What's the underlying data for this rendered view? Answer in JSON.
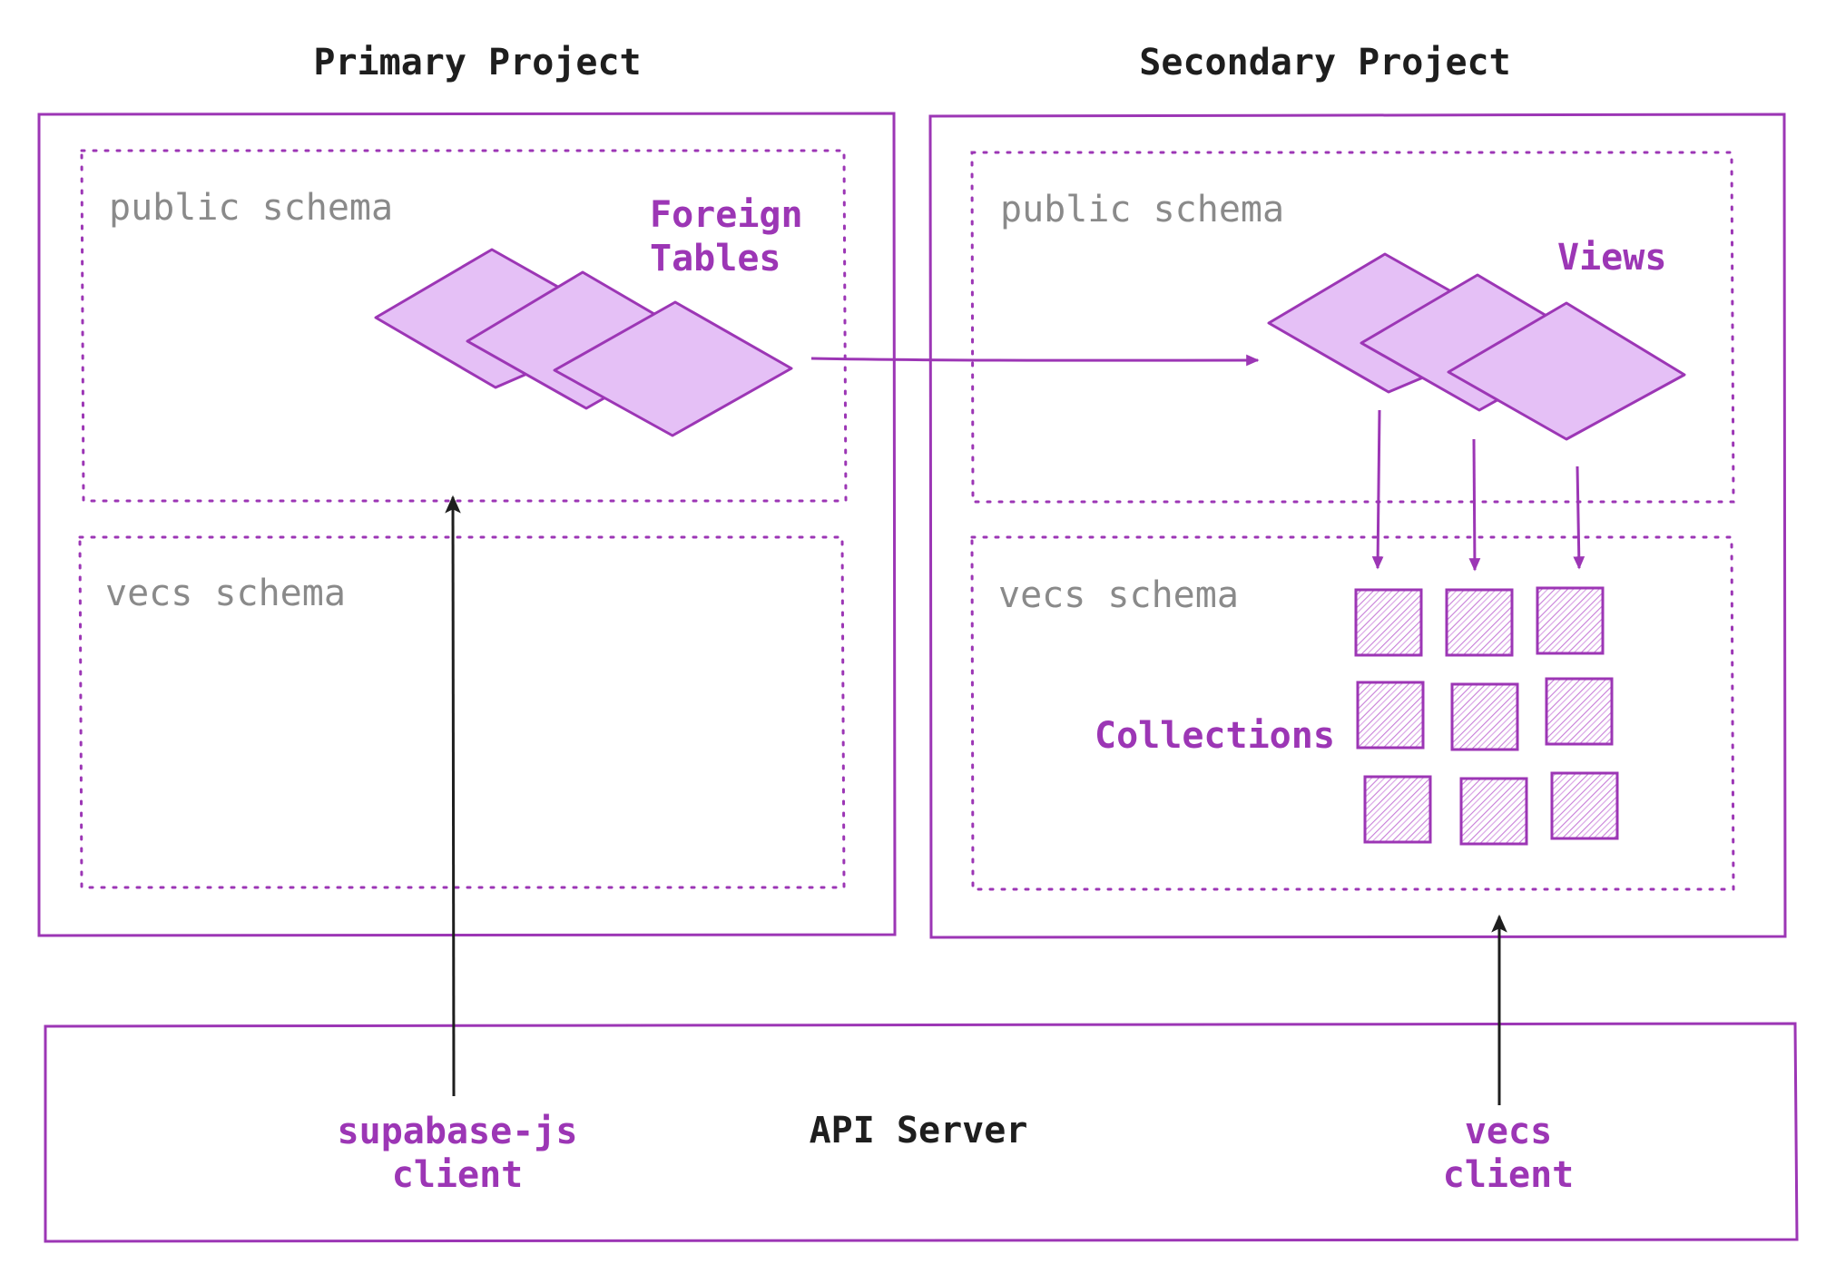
{
  "colors": {
    "accent": "#9c36b5",
    "fill": "#e5c0f6",
    "ink": "#1e1e1e",
    "muted": "#8a8a8a"
  },
  "primary": {
    "title": "Primary Project",
    "public_schema": "public schema",
    "vecs_schema": "vecs schema",
    "foreign_tables": [
      "Foreign",
      "Tables"
    ]
  },
  "secondary": {
    "title": "Secondary Project",
    "public_schema": "public schema",
    "vecs_schema": "vecs schema",
    "views": "Views",
    "collections": "Collections"
  },
  "api": {
    "label": "API Server",
    "supabase_client": [
      "supabase-js",
      "client"
    ],
    "vecs_client": [
      "vecs",
      "client"
    ]
  }
}
